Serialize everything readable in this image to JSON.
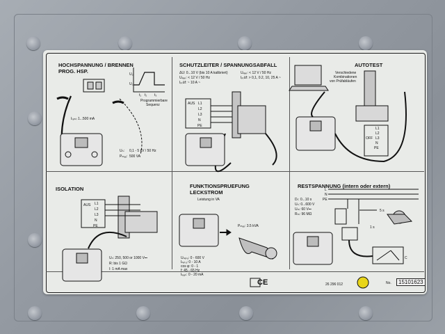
{
  "panels": {
    "hv": {
      "title": "HOCHSPANNUNG / BRENNEN",
      "subtitle": "PROG. HSP.",
      "u2": "U₂",
      "u1": "U₁",
      "t1": "t₁",
      "t2": "t₂",
      "t3": "t₃",
      "seq1": "Programmierbare",
      "seq2": "Sequenz",
      "i_fault": "I₍ₑₕₗ₎ 1...500 mA",
      "u_n": "0,1 - 5 kV / 50 Hz",
      "p_max": "500 VA",
      "u_label": "Uₙ:",
      "p_label": "Pₘₐₓ:"
    },
    "pe": {
      "title": "SCHUTZLEITER / SPANNUNGSABFALL",
      "l1": "ΔU: 0...10 V (bis 10 A kalibriert)",
      "l2": "Uₗₑₑᵣ: < 12 V / 50 Hz",
      "l3": "Iₚᵣüf: ~ 10 A ~",
      "r1": "Uₗₑₑᵣ: < 12 V / 50 Hz",
      "r2": "Iₚᵣüf: > 0,1, 0.2, 10, 25 A ~",
      "aus": "AUS",
      "terms": [
        "L1",
        "L2",
        "L3",
        "N",
        "PE"
      ]
    },
    "auto": {
      "title": "AUTOTEST",
      "d1": "Verschiedene",
      "d2": "Kombinationen",
      "d3": "von Prüfabläufen",
      "off": "OFF",
      "terms": [
        "L1",
        "L2",
        "L3",
        "N",
        "PE"
      ]
    },
    "iso": {
      "title": "ISOLATION",
      "aus": "AUS",
      "terms": [
        "L1",
        "L2",
        "L3",
        "N",
        "PE"
      ],
      "un": "Uₙ: 250, 500 or 1000 V⎓",
      "r": "R: bis 1 GΩ",
      "i": "I: 1 mA max"
    },
    "func": {
      "title1": "FUNKTIONSPRUEFUNG",
      "title2": "LECKSTROM",
      "sub": "Leistung in VA",
      "p": "Pₘₐₓ: 3.5 kVA",
      "v1": "Uₙₑₜᵤ: 0 - 600 V",
      "v2": "Iₙₑₜᵤ: 0 - 10 A",
      "v3": "cos φ: 0 - 1",
      "v4": "f: 45 - 65 Hz",
      "v5": "Iₗₑₐₖ: 0 - 20 mA"
    },
    "rest": {
      "title": "RESTSPANNUNG (intern oder extern)",
      "l": "L",
      "n": "N",
      "pe": "PE",
      "r1": "Dₜ: 0...10 s",
      "r2": "Uₙ: 0...600 V",
      "r3": "Uₘ: 60 V⎓",
      "r4": "Rₘ: 96 MΩ",
      "t5": "5 s",
      "t1": "1 s",
      "c": "C"
    }
  },
  "footer": {
    "code": "26 296 012",
    "serial": "15101623",
    "no": "No.",
    "ce": "CE"
  }
}
